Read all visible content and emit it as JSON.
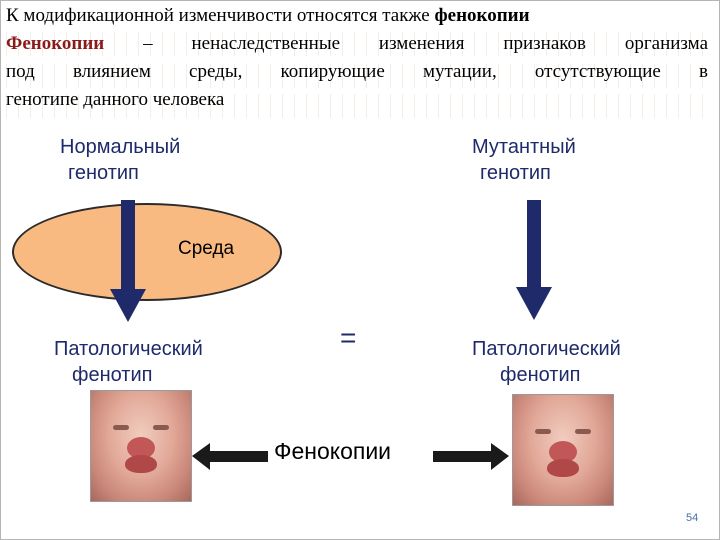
{
  "intro": {
    "line1_prefix": "К модификационной изменчивости относятся также ",
    "line1_bold": "фенокопии",
    "term": "Фенокопии",
    "line2_rest": " – ненаследственные изменения признаков организма",
    "line3": "под влиянием среды, копирующие мутации, отсутствующие в",
    "line4": "генотипе данного человека"
  },
  "normal_genotype": {
    "line1": "Нормальный",
    "line2": "генотип"
  },
  "mutant_genotype": {
    "line1": "Мутантный",
    "line2": "генотип"
  },
  "environment_label": "Среда",
  "pathological_left": {
    "line1": "Патологический",
    "line2": "фенотип"
  },
  "pathological_right": {
    "line1": "Патологический",
    "line2": "фенотип"
  },
  "equals_sign": "=",
  "phenocopies_label": "Фенокопии",
  "page_number": "54",
  "colors": {
    "arrow_blue": "#1f2a6b",
    "oval_fill": "#f9ba82",
    "term_red": "#8b1a1a"
  }
}
